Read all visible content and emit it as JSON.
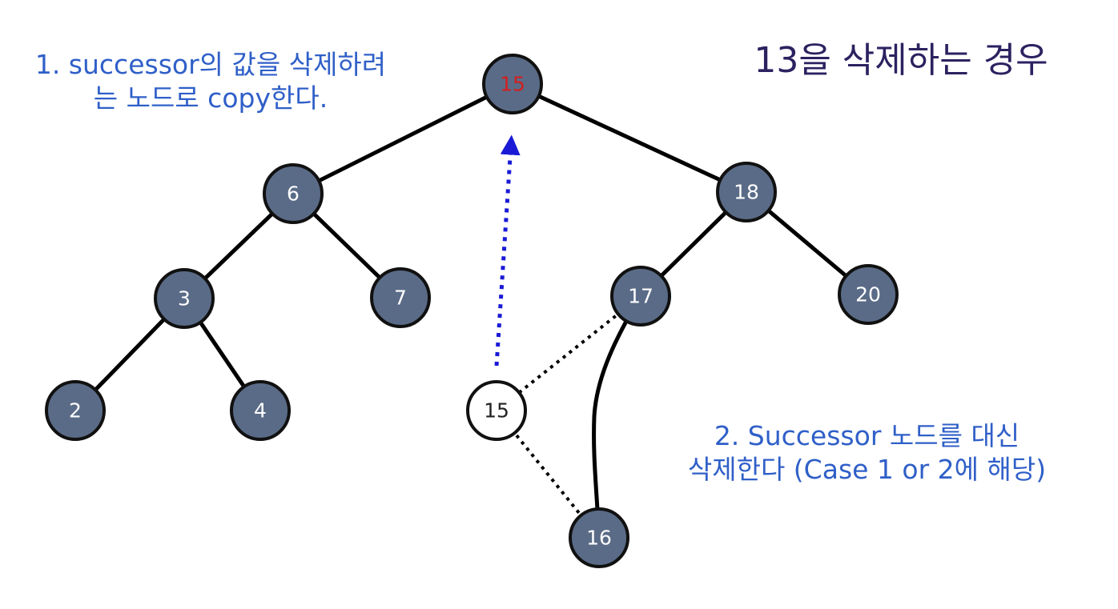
{
  "title": "13을 삭제하는 경우",
  "captions": {
    "step1_line1": "1. successor의 값을 삭제하려",
    "step1_line2": "는 노드로 copy한다.",
    "step2_line1": "2. Successor 노드를 대신",
    "step2_line2": "삭제한다 (Case 1 or 2에 해당)"
  },
  "colors": {
    "node_fill": "#5a6b87",
    "node_text": "#ffffff",
    "highlight_text": "#d21f1f",
    "detached_node_fill": "#ffffff",
    "detached_node_text": "#222222",
    "caption_blue": "#2f5fc8",
    "title_navy": "#2b2260",
    "arrow_blue": "#1a1ad6"
  },
  "tree": {
    "nodes": [
      {
        "id": "n15",
        "label": "15",
        "style": "highlight"
      },
      {
        "id": "n6",
        "label": "6",
        "style": "normal"
      },
      {
        "id": "n18",
        "label": "18",
        "style": "normal"
      },
      {
        "id": "n3",
        "label": "3",
        "style": "normal"
      },
      {
        "id": "n7",
        "label": "7",
        "style": "normal"
      },
      {
        "id": "n17",
        "label": "17",
        "style": "normal"
      },
      {
        "id": "n20",
        "label": "20",
        "style": "normal"
      },
      {
        "id": "n2",
        "label": "2",
        "style": "normal"
      },
      {
        "id": "n4",
        "label": "4",
        "style": "normal"
      },
      {
        "id": "n15b",
        "label": "15",
        "style": "detached"
      },
      {
        "id": "n16",
        "label": "16",
        "style": "normal"
      }
    ],
    "edges": [
      {
        "from": "n15",
        "to": "n6",
        "style": "solid"
      },
      {
        "from": "n15",
        "to": "n18",
        "style": "solid"
      },
      {
        "from": "n6",
        "to": "n3",
        "style": "solid"
      },
      {
        "from": "n6",
        "to": "n7",
        "style": "solid"
      },
      {
        "from": "n18",
        "to": "n17",
        "style": "solid"
      },
      {
        "from": "n18",
        "to": "n20",
        "style": "solid"
      },
      {
        "from": "n3",
        "to": "n2",
        "style": "solid"
      },
      {
        "from": "n3",
        "to": "n4",
        "style": "solid"
      },
      {
        "from": "n17",
        "to": "n15b",
        "style": "dotted"
      },
      {
        "from": "n15b",
        "to": "n16",
        "style": "dotted"
      },
      {
        "from": "n17",
        "to": "n16",
        "style": "solid-curved"
      }
    ],
    "copy_arrow": {
      "from": "n15b",
      "to": "n15"
    }
  }
}
